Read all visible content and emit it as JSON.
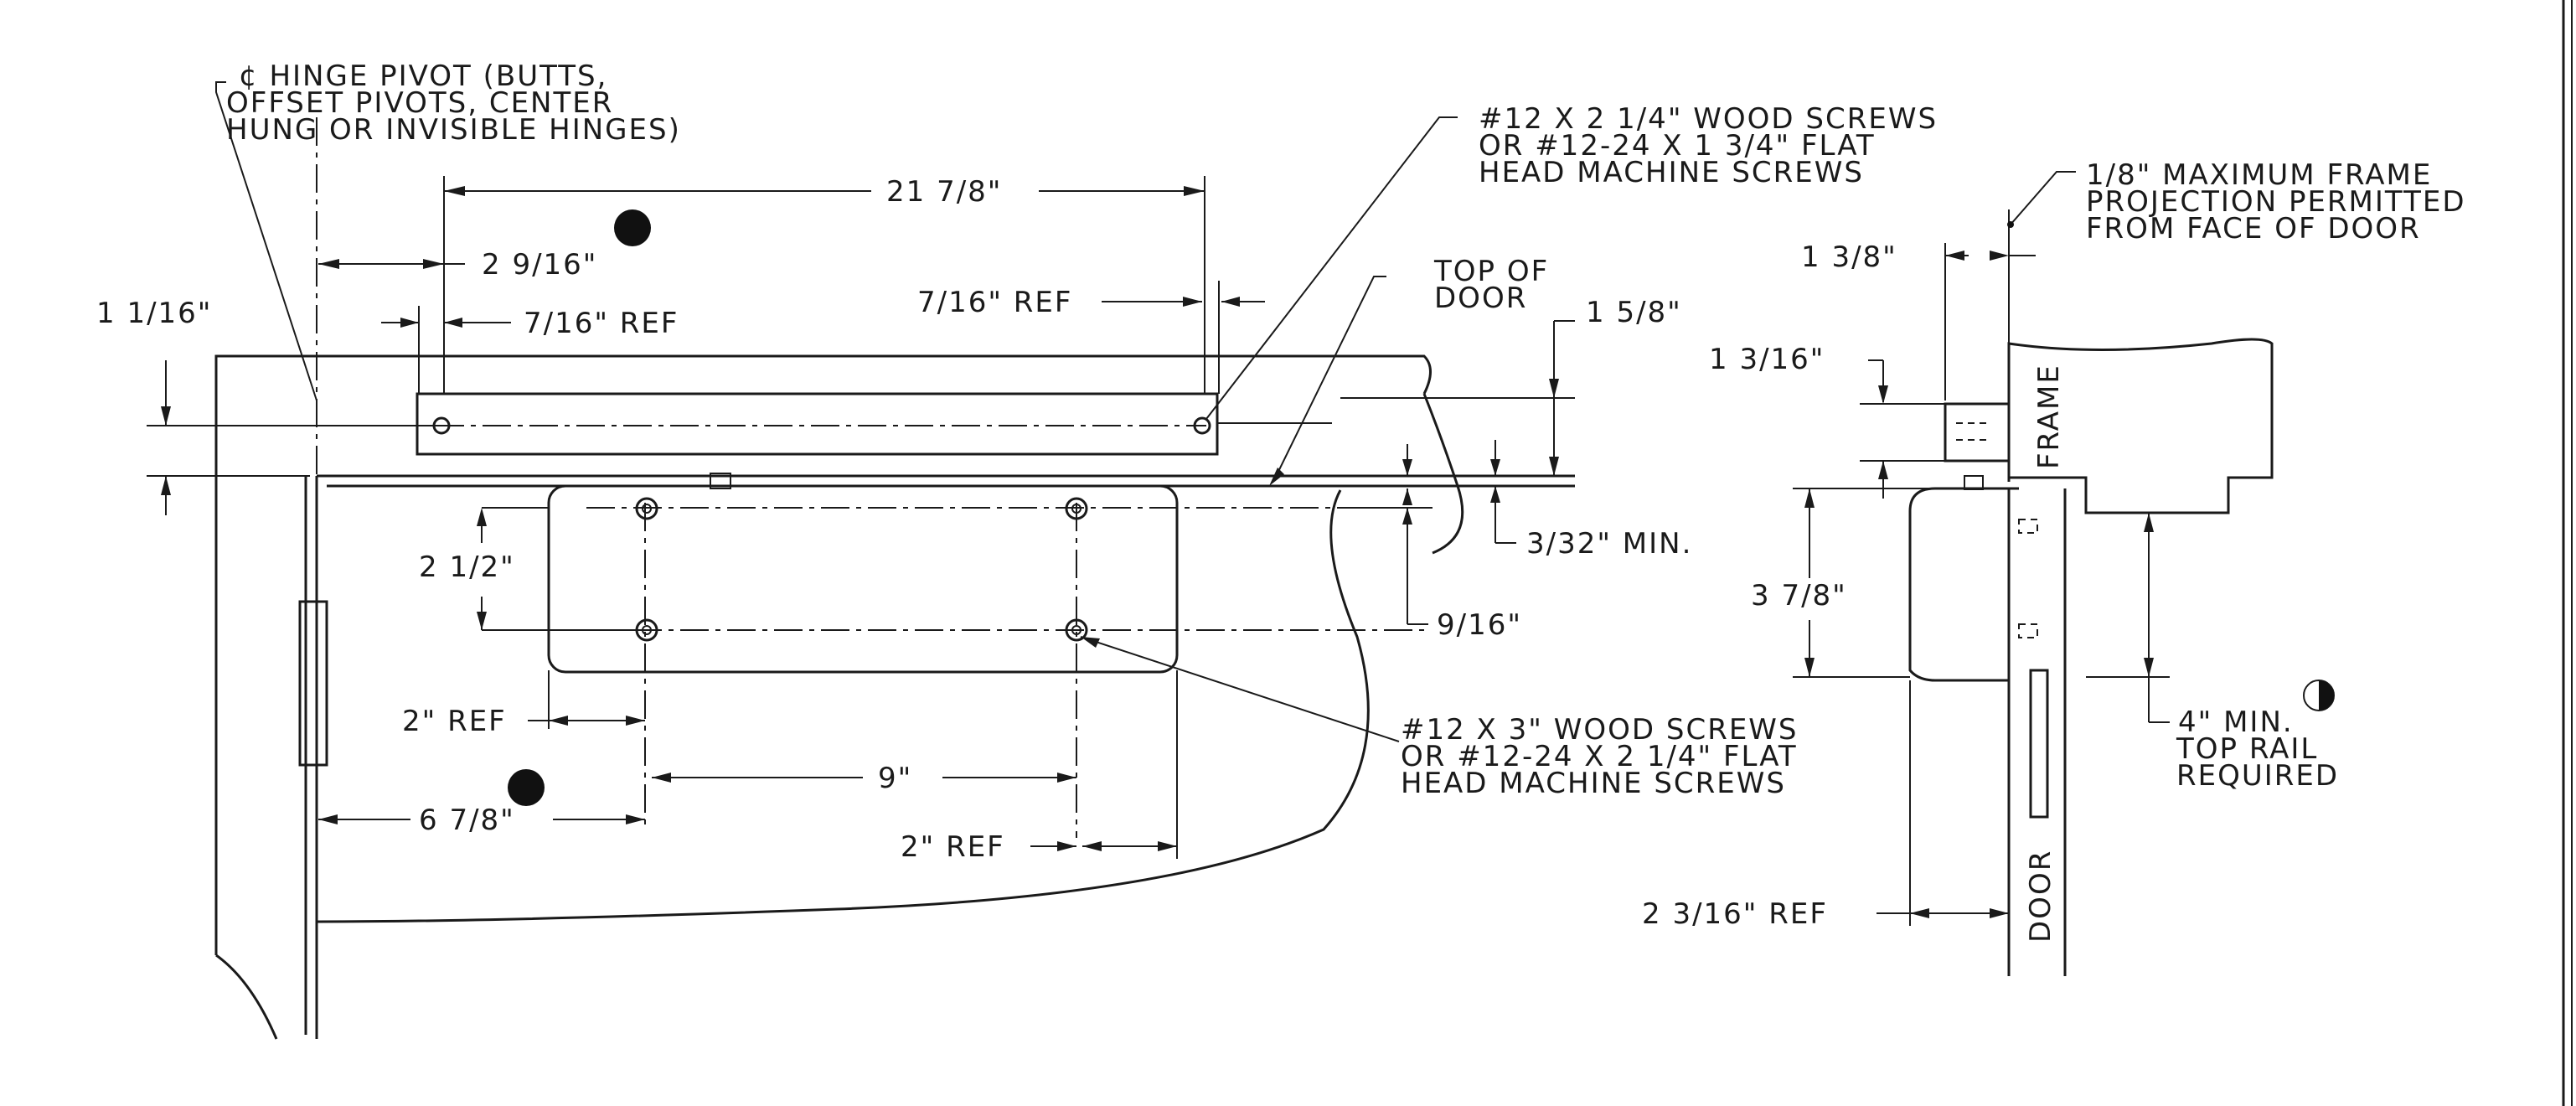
{
  "notes": {
    "hinge_pivot": [
      "¢ HINGE PIVOT (BUTTS,",
      "OFFSET PIVOTS, CENTER",
      "HUNG OR INVISIBLE HINGES)"
    ],
    "arm_screws": [
      "#12 X 2 1/4\" WOOD SCREWS",
      "OR #12-24 X 1 3/4\" FLAT",
      "HEAD MACHINE SCREWS"
    ],
    "top_of_door": [
      "TOP OF",
      "DOOR"
    ],
    "closer_screws": [
      "#12 X 3\" WOOD SCREWS",
      "OR #12-24 X 2 1/4\" FLAT",
      "HEAD MACHINE SCREWS"
    ],
    "frame_projection": [
      "1/8\" MAXIMUM FRAME",
      "PROJECTION PERMITTED",
      "FROM FACE OF DOOR"
    ],
    "top_rail": [
      "4\" MIN.",
      "TOP RAIL",
      "REQUIRED"
    ]
  },
  "dimensions": {
    "arm_length": "21 7/8\"",
    "pivot_offset": "2 9/16\"",
    "left_ref": "7/16\" REF",
    "right_ref": "7/16\" REF",
    "frame_rise": "1 1/16\"",
    "top_height": "1 5/8\"",
    "min_clearance": "3/32\" MIN.",
    "closer_offset": "9/16\"",
    "closer_holes": "2 1/2\"",
    "closer_left_ref": "2\" REF",
    "closer_hole_span": "9\"",
    "closer_pivot_offset": "6 7/8\"",
    "closer_right_ref": "2\" REF",
    "section_width": "1 3/8\"",
    "section_bracket": "1 3/16\"",
    "section_height": "3 7/8\"",
    "section_ref": "2 3/16\" REF"
  },
  "labels": {
    "frame": "FRAME",
    "door": "DOOR"
  }
}
